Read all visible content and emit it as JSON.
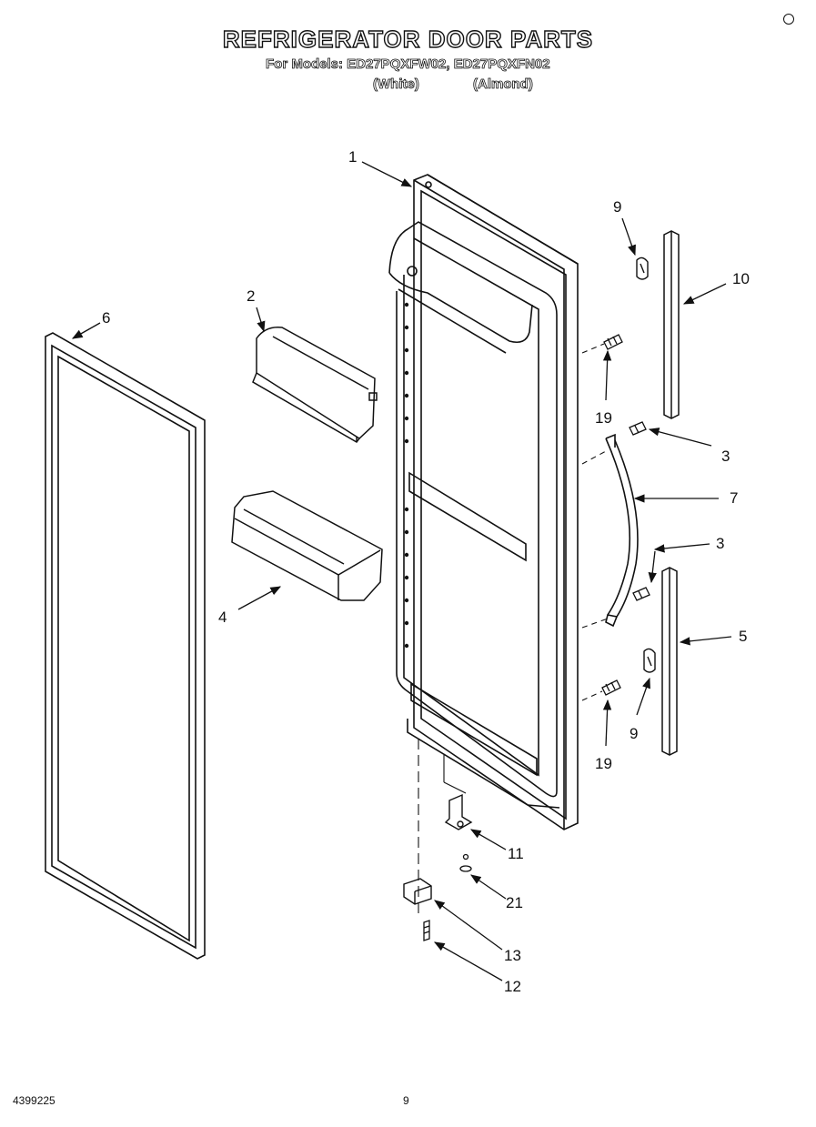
{
  "header": {
    "title": "REFRIGERATOR DOOR PARTS",
    "models_line": "For Models: ED27PQXFW02, ED27PQXFN02",
    "variant_white": "(White)",
    "variant_almond": "(Almond)"
  },
  "callouts": {
    "p1": "1",
    "p2": "2",
    "p3a": "3",
    "p3b": "3",
    "p4": "4",
    "p5": "5",
    "p6": "6",
    "p7": "7",
    "p9a": "9",
    "p9b": "9",
    "p10": "10",
    "p11": "11",
    "p12": "12",
    "p13": "13",
    "p19a": "19",
    "p19b": "19",
    "p21": "21"
  },
  "footer": {
    "doc_number": "4399225",
    "page_number": "9"
  }
}
